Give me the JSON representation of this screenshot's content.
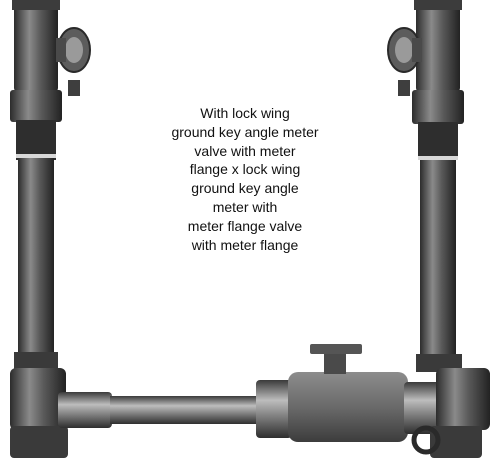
{
  "caption": {
    "lines": [
      "With lock wing",
      "ground key angle meter",
      "valve with meter",
      "flange x lock wing",
      "ground key angle",
      "meter with",
      "meter flange valve",
      "with meter flange"
    ]
  },
  "colors": {
    "metal_dark": "#3a3a3a",
    "metal_mid": "#6e6e6e",
    "metal_light": "#bdbdbd",
    "background": "#ffffff",
    "text": "#111111"
  }
}
